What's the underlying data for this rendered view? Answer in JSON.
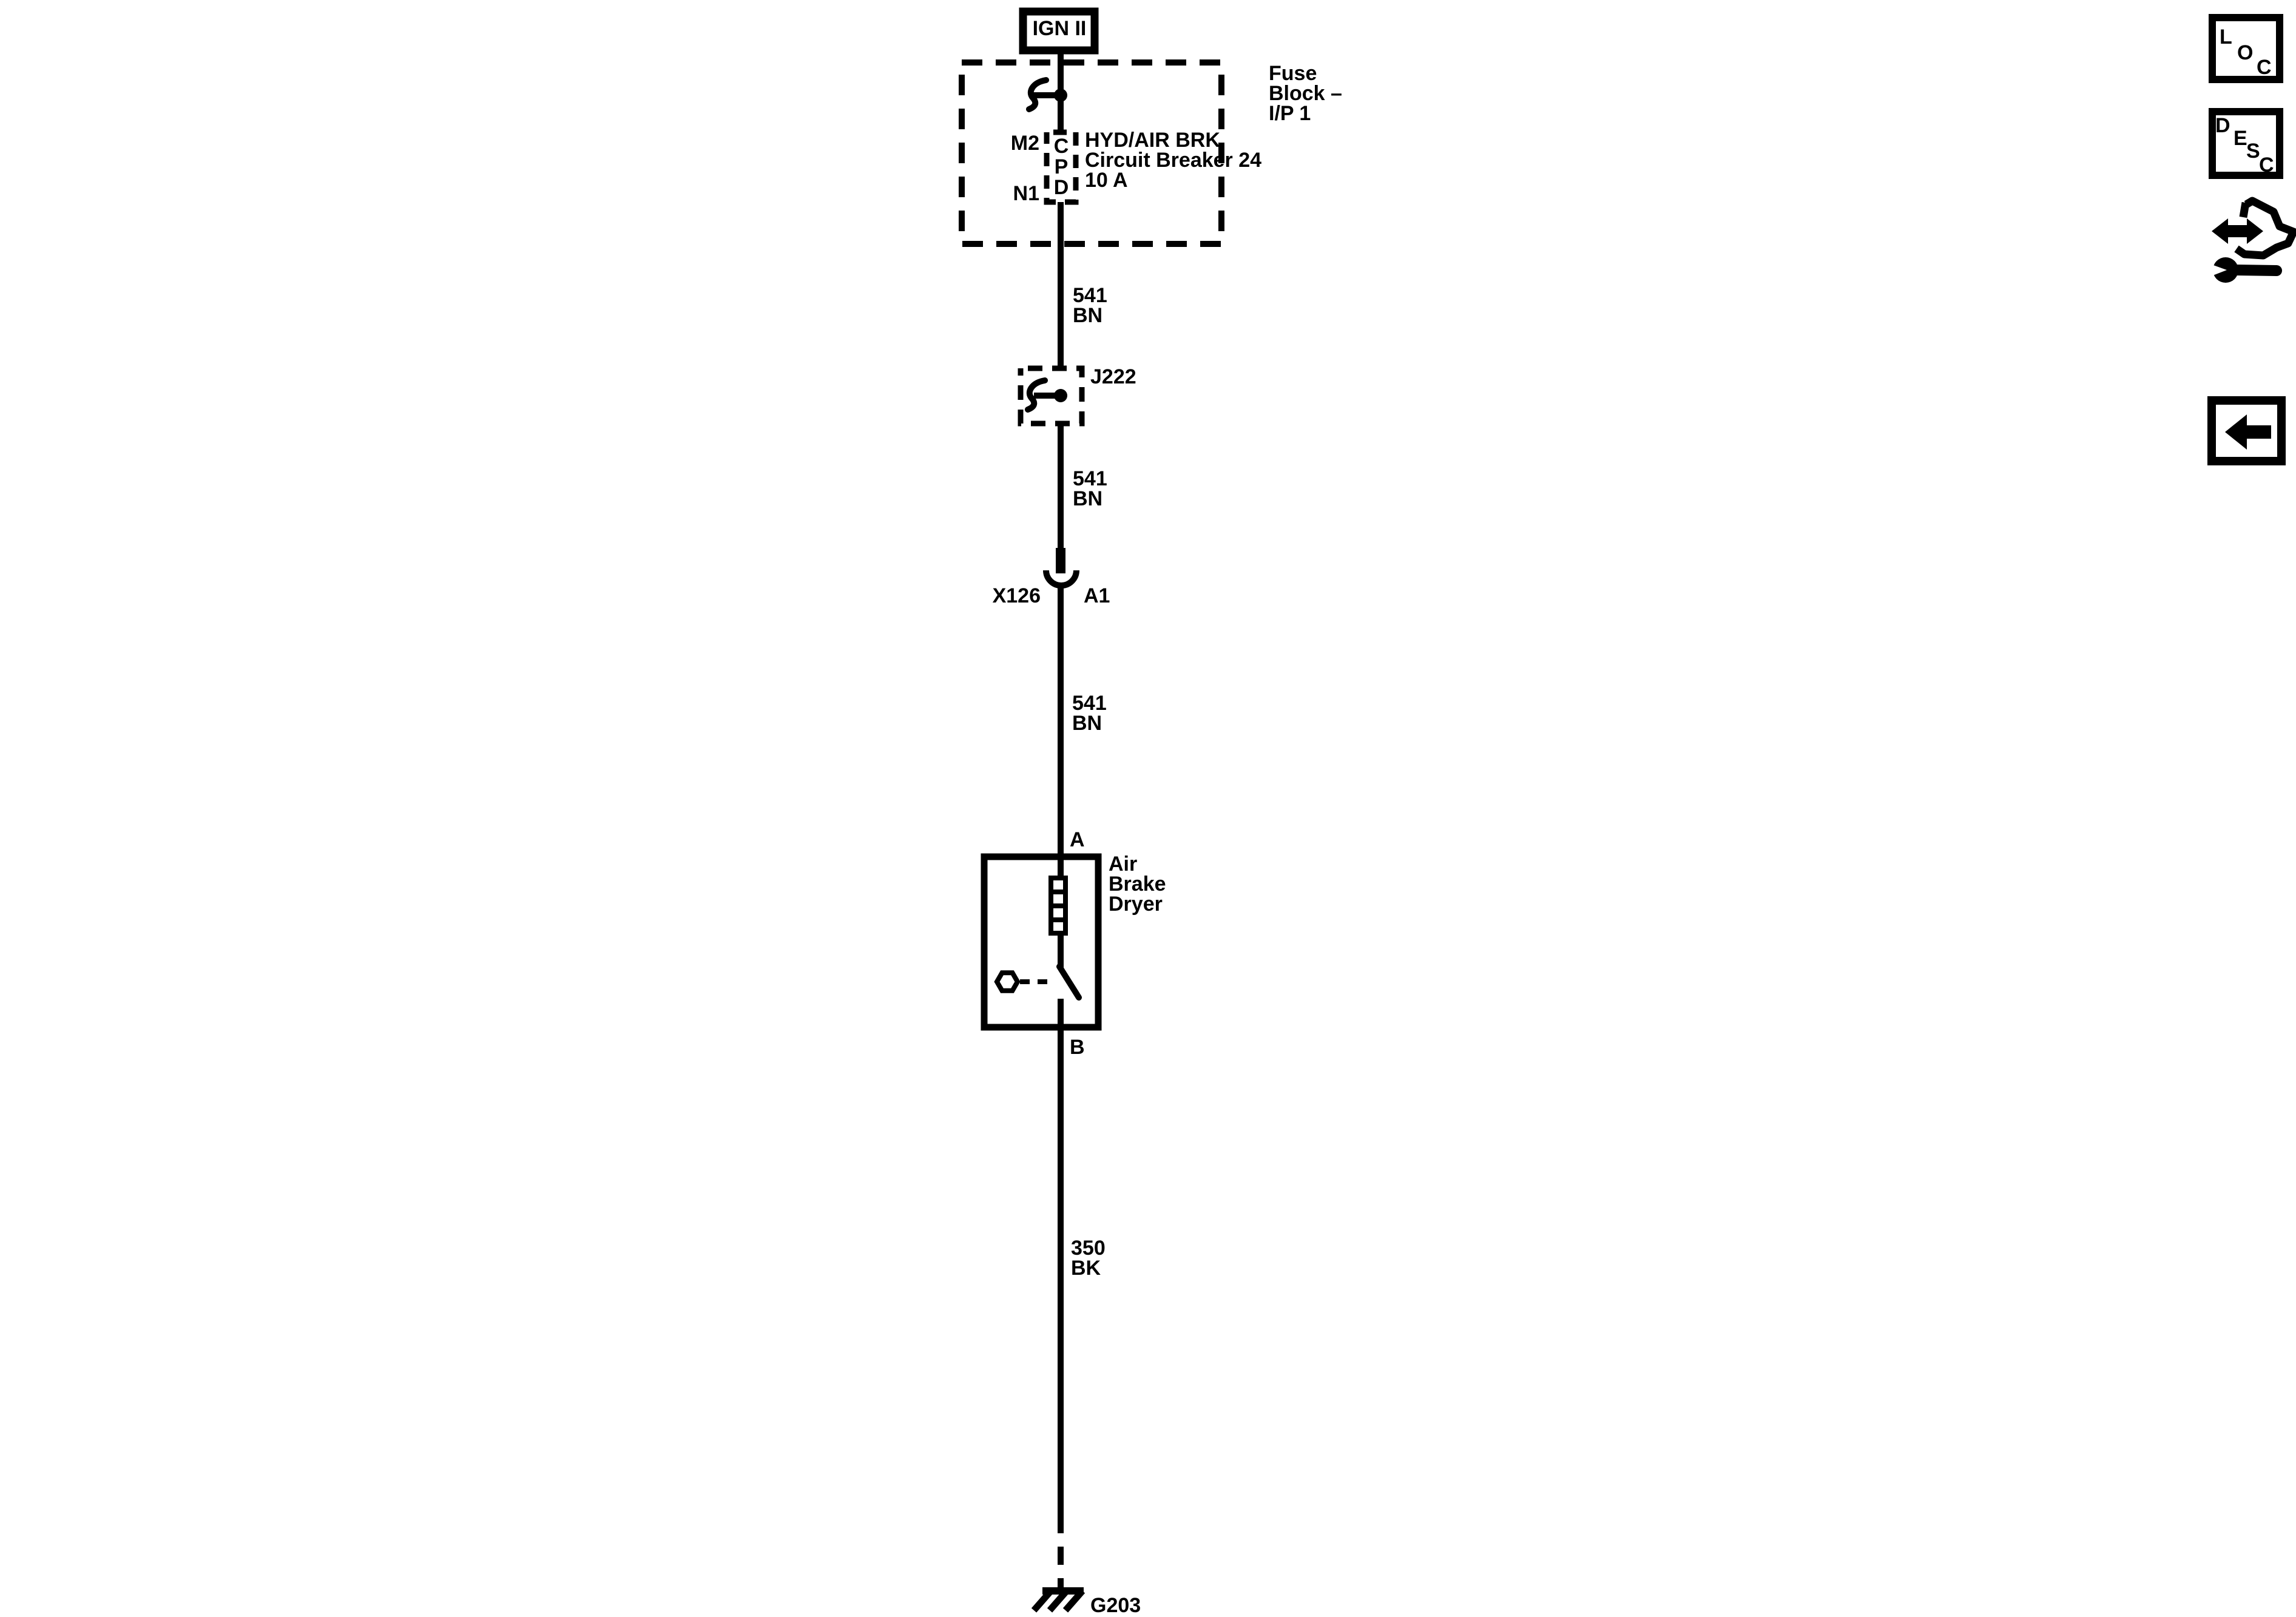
{
  "colors": {
    "ink": "#000000",
    "paper": "#ffffff"
  },
  "diagram": {
    "source_label": "IGN II",
    "fuse_block": {
      "line1": "Fuse",
      "line2": "Block –",
      "line3": "I/P 1"
    },
    "breaker": {
      "pin_top": "M2",
      "pin_bottom": "N1",
      "letters": [
        "C",
        "P",
        "D"
      ],
      "line1": "HYD/AIR BRK",
      "line2": "Circuit Breaker 24",
      "line3": "10 A"
    },
    "wire_a": {
      "circuit": "541",
      "color": "BN"
    },
    "splice": {
      "label": "J222"
    },
    "wire_b": {
      "circuit": "541",
      "color": "BN"
    },
    "connector": {
      "name": "X126",
      "pin": "A1"
    },
    "wire_c": {
      "circuit": "541",
      "color": "BN"
    },
    "dryer": {
      "pin_top": "A",
      "line1": "Air",
      "line2": "Brake",
      "line3": "Dryer",
      "pin_bottom": "B"
    },
    "wire_d": {
      "circuit": "350",
      "color": "BK"
    },
    "ground": {
      "label": "G203"
    }
  },
  "toolbar": {
    "loc": [
      "L",
      "O",
      "C"
    ],
    "desc": [
      "D",
      "E",
      "S",
      "C"
    ]
  }
}
